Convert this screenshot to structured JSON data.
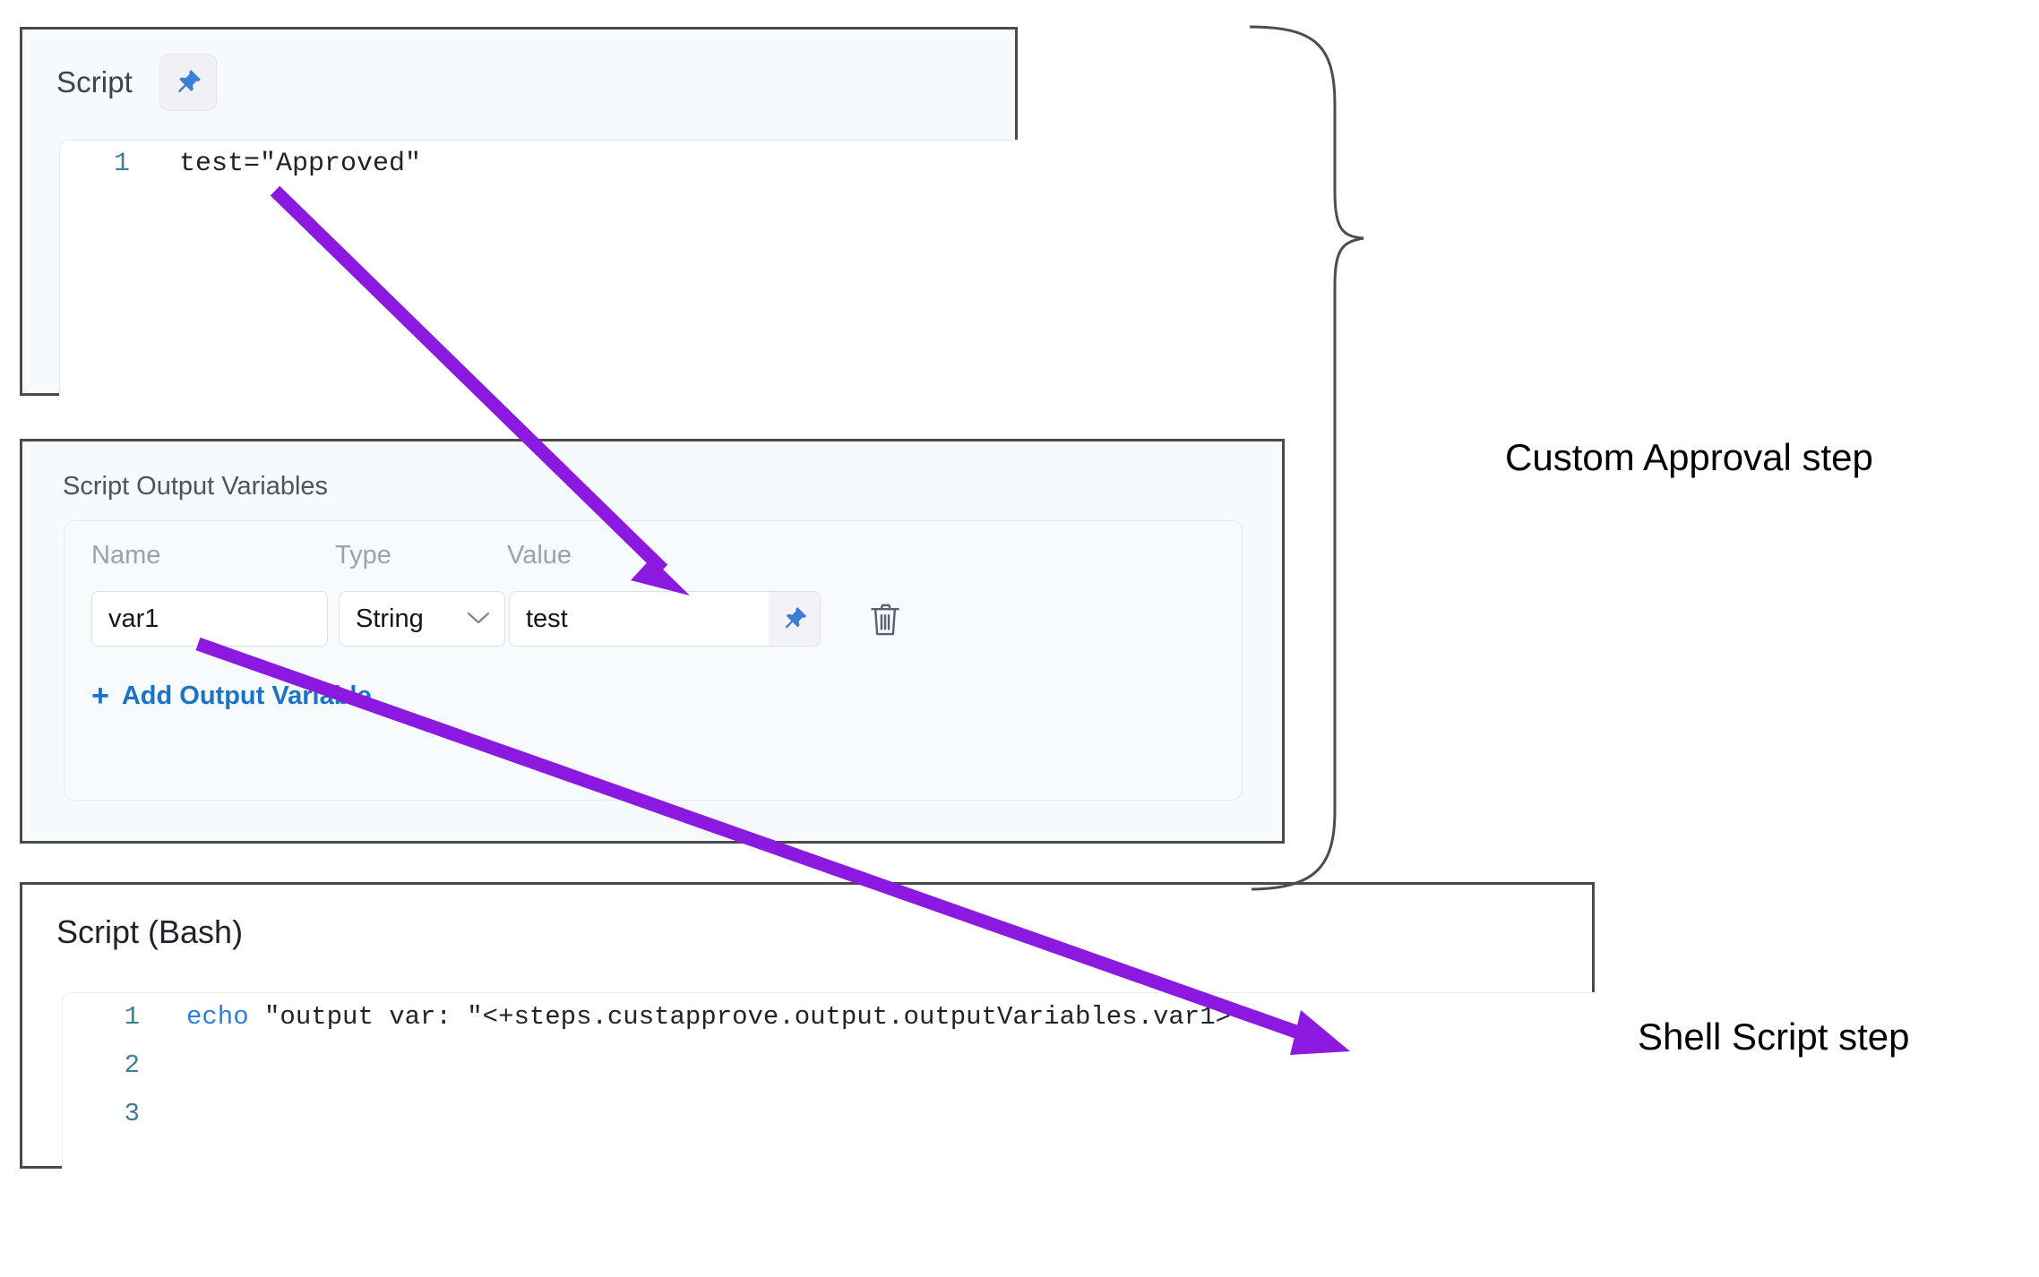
{
  "script_panel": {
    "title": "Script",
    "pin_icon": "pin-icon",
    "code": [
      {
        "number": "1",
        "text": "test=\"Approved\""
      }
    ]
  },
  "output_variables_panel": {
    "title": "Script Output Variables",
    "columns": {
      "name": "Name",
      "type": "Type",
      "value": "Value"
    },
    "rows": [
      {
        "name": "var1",
        "type": "String",
        "type_chevron": "chevron-down-icon",
        "value": "test",
        "pin_icon": "pin-icon",
        "delete_icon": "trash-icon"
      }
    ],
    "add_button": {
      "plus": "+",
      "label": "Add Output Variable"
    }
  },
  "bash_panel": {
    "title": "Script (Bash)",
    "code": [
      {
        "number": "1",
        "keyword": "echo",
        "text": " \"output var: \"<+steps.custapprove.output.outputVariables.var1>"
      },
      {
        "number": "2",
        "keyword": "",
        "text": ""
      },
      {
        "number": "3",
        "keyword": "",
        "text": ""
      }
    ]
  },
  "annotations": {
    "custom_approval": "Custom Approval step",
    "shell_script": "Shell Script step",
    "arrow_color": "#8c19e0",
    "brace_color": "#4d4d4d"
  },
  "colors": {
    "panel_bg": "#f6fafd",
    "panel_border": "#4a4a4a",
    "accent_blue": "#1a73c8",
    "pin_blue": "#3a7fd5",
    "line_number": "#3d7f96",
    "keyword_blue": "#2f7de1",
    "label_gray": "#9aa2af"
  }
}
